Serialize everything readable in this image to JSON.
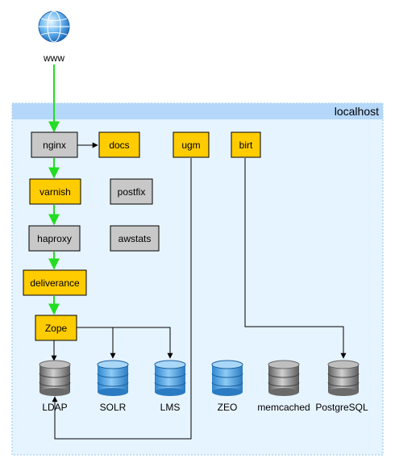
{
  "globe": {
    "label": "www"
  },
  "container": {
    "title": "localhost"
  },
  "nodes": {
    "nginx": "nginx",
    "docs": "docs",
    "ugm": "ugm",
    "birt": "birt",
    "varnish": "varnish",
    "postfix": "postfix",
    "haproxy": "haproxy",
    "awstats": "awstats",
    "deliverance": "deliverance",
    "zope": "Zope"
  },
  "databases": {
    "ldap": "LDAP",
    "solr": "SOLR",
    "lms": "LMS",
    "zeo": "ZEO",
    "memcached": "memcached",
    "postgresql": "PostgreSQL"
  },
  "colors": {
    "yellow": "#FFCC00",
    "gray": "#C8C8C8",
    "blue_db": "#4FA3DE",
    "gray_db": "#8A8A8A",
    "green": "#22DD22",
    "container_fill": "#E6F4FF",
    "container_header": "#B5D8FA"
  }
}
